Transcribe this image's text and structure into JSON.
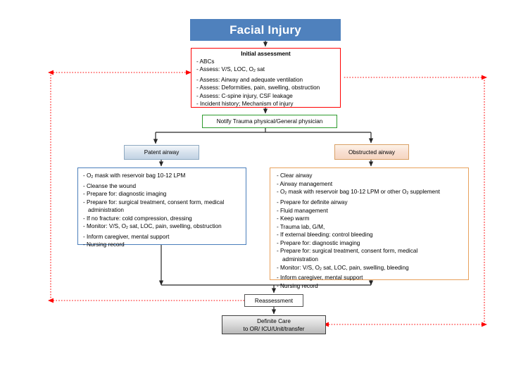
{
  "title": {
    "label": "Facial Injury"
  },
  "initial_assessment": {
    "heading": "Initial assessment",
    "items": [
      "- ABCs",
      "- Assess: V/S, LOC, O2 sat",
      "- Assess: Airway and adequate ventilation",
      "- Assess: Deformities, pain, swelling, obstruction",
      "- Assess: C-spine injury, CSF leakage",
      "- Incident history; Mechanism of injury"
    ]
  },
  "notify": {
    "label": "Notify Trauma physical/General physician"
  },
  "branches": {
    "patent": {
      "label": "Patent airway"
    },
    "obstructed": {
      "label": "Obstructed  airway"
    }
  },
  "patent_detail": {
    "items": [
      "- O2 mask with reservoir bag 10-12 LPM",
      "- Cleanse the wound",
      "- Prepare for: diagnostic imaging",
      "- Prepare for: surgical treatment, consent form, medical",
      "administration",
      "- If no fracture: cold compression, dressing",
      "- Monitor: V/S, O2 sat, LOC, pain, swelling, obstruction",
      "- Inform caregiver, mental support",
      "- Nursing record"
    ]
  },
  "obstructed_detail": {
    "items": [
      "- Clear airway",
      "- Airway management",
      "- O2 mask with reservoir bag 10-12 LPM or other O2 supplement",
      "- Prepare for definite airway",
      "- Fluid management",
      "- Keep warm",
      "- Trauma lab, G/M,",
      "- If external bleeding: control bleeding",
      "- Prepare for: diagnostic imaging",
      "- Prepare for: surgical treatment, consent form, medical",
      "administration",
      "- Monitor: V/S, O2 sat, LOC, pain, swelling, bleeding",
      "- Inform caregiver, mental support",
      "- Nursing record"
    ]
  },
  "reassessment": {
    "label": "Reassessment"
  },
  "definite_care": {
    "line1": "Definite Care",
    "line2": "to OR/ ICU/Unit/transfer"
  },
  "colors": {
    "title_fill": "#4f81bd",
    "initial_border": "#ff0000",
    "notify_border": "#2e9b2e",
    "patent_border": "#4a7ebb",
    "obstructed_border": "#e8a15c",
    "feedback_line": "#ff0000",
    "flow_line": "#262626"
  }
}
